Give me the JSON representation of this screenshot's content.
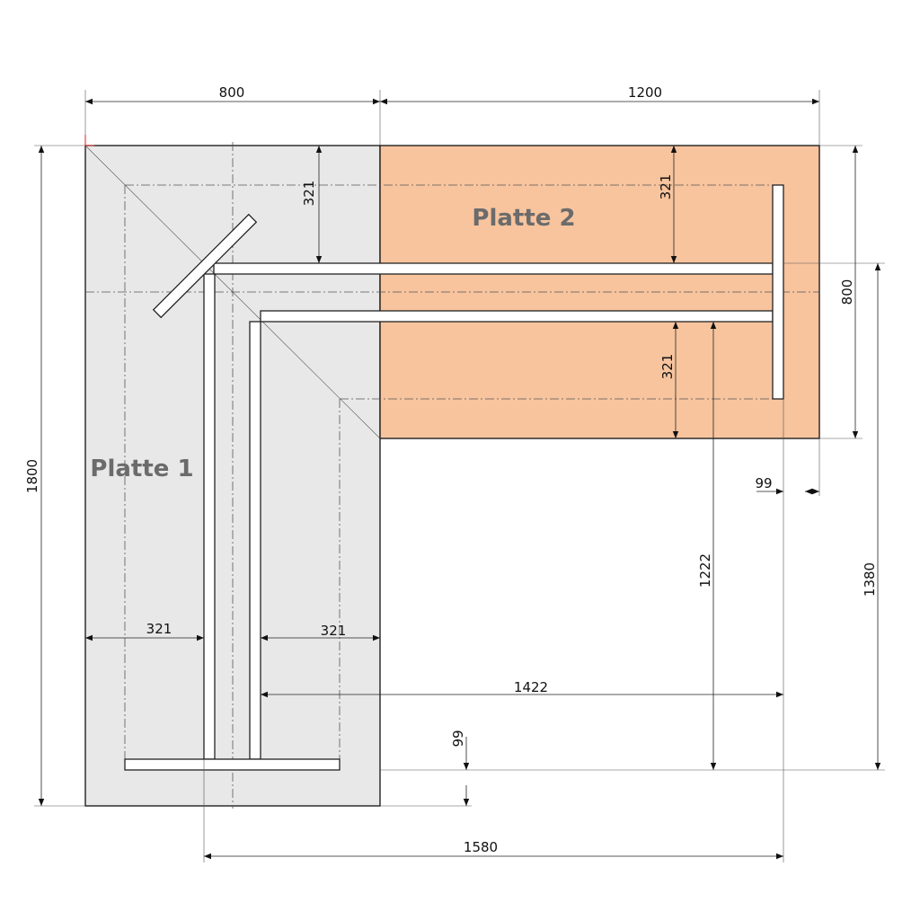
{
  "labels": {
    "plate1": "Platte 1",
    "plate2": "Platte 2"
  },
  "colors": {
    "plate1": "#e8e8e8",
    "plate2": "#f7c49e"
  },
  "dimensions": {
    "top_width_plate1": "800",
    "top_width_plate2": "1200",
    "total_height": "1800",
    "plate1_offset_top": "321",
    "plate2_offset_top": "321",
    "plate2_offset_bottom": "321",
    "plate2_depth": "800",
    "frame_to_bottom": "1380",
    "inner_to_bottom": "1222",
    "right_overhang": "99",
    "left_offset": "321",
    "inner_offset": "321",
    "inner_length": "1422",
    "bottom_overhang": "99",
    "total_frame_length": "1580"
  }
}
